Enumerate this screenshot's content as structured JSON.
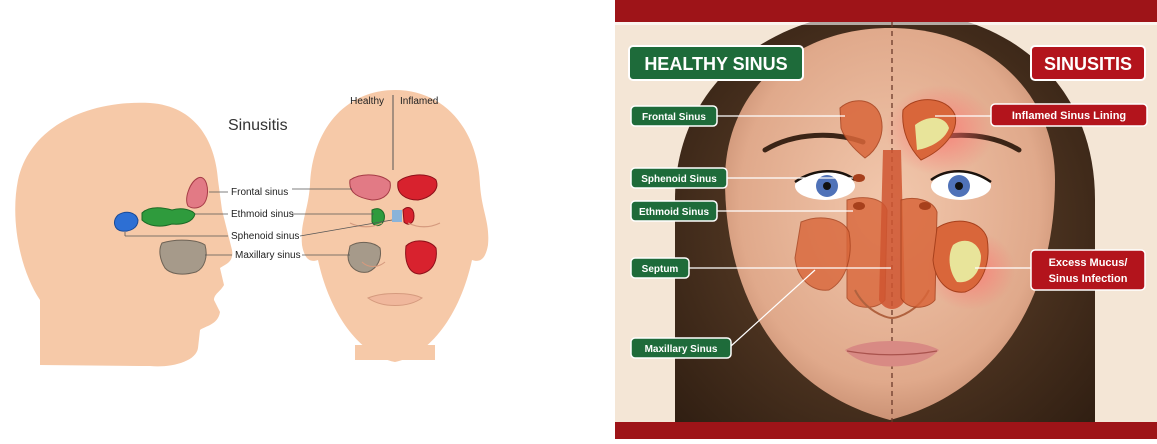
{
  "left_diagram": {
    "title": "Sinusitis",
    "header_healthy": "Healthy",
    "header_inflamed": "Inflamed",
    "labels": {
      "frontal": "Frontal sinus",
      "ethmoid": "Ethmoid sinus",
      "sphenoid": "Sphenoid sinus",
      "maxillary": "Maxillary sinus"
    }
  },
  "right_diagram": {
    "healthy_title": "HEALTHY SINUS",
    "sinusitis_title": "SINUSITIS",
    "left_labels": {
      "frontal": "Frontal Sinus",
      "sphenoid": "Sphenoid Sinus",
      "ethmoid": "Ethmoid Sinus",
      "septum": "Septum",
      "maxillary": "Maxillary Sinus"
    },
    "right_labels": {
      "inflamed": "Inflamed Sinus Lining",
      "excess_line1": "Excess Mucus/",
      "excess_line2": "Sinus Infection"
    },
    "colors": {
      "healthy_green": "#1e6b3a",
      "sinusitis_red": "#b3141c",
      "sinus_orange": "#d85a2e",
      "mucus_yellow": "#e8e49a"
    }
  }
}
